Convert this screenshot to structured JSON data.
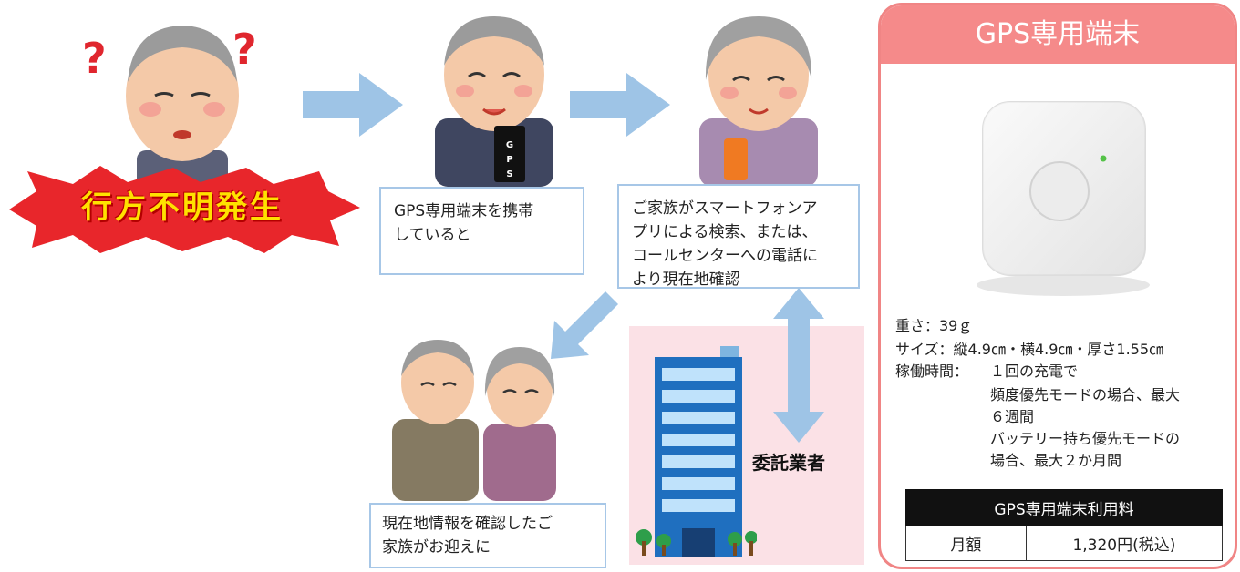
{
  "alert": {
    "label": "行方不明発生"
  },
  "steps": [
    {
      "text": "GPS専用端末を携帯\nしていると"
    },
    {
      "text": "ご家族がスマートフォンア\nプリによる検索、または、\nコールセンターへの電話に\nより現在地確認"
    },
    {
      "text": "現在地情報を確認したご\n家族がお迎えに"
    }
  ],
  "device_badge": "G\nP\nS",
  "building": {
    "label": "委託業者"
  },
  "panel": {
    "title": "GPS専用端末",
    "specs": {
      "weight": "重さ：39ｇ",
      "size": "サイズ：縦4.9㎝・横4.9㎝・厚さ1.55㎝",
      "runtime_label": "稼働時間：",
      "runtime_1": "１回の充電で",
      "runtime_2": "頻度優先モードの場合、最大",
      "runtime_3": "６週間",
      "runtime_4": "バッテリー持ち優先モードの",
      "runtime_5": "場合、最大２か月間"
    },
    "fee": {
      "header": "GPS専用端末利用料",
      "row_label": "月額",
      "row_value": "1,320円(税込)"
    }
  },
  "colors": {
    "arrow": "#9ec4e6",
    "panel_border": "#f08585",
    "panel_header": "#f58a8a",
    "building_bg": "#fbe1e6"
  }
}
